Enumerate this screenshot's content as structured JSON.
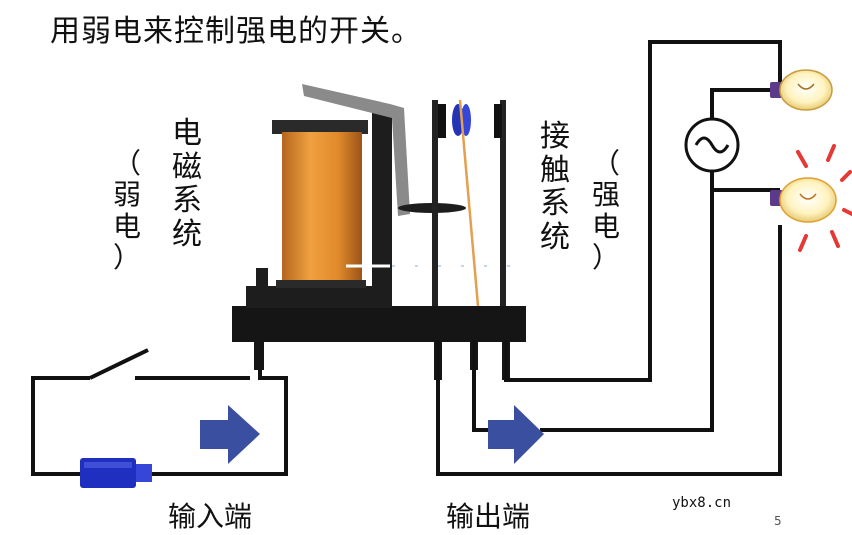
{
  "title": "用弱电来控制强电的开关。",
  "labels": {
    "weak": [
      "（",
      "弱",
      "电",
      "）"
    ],
    "coil_system": [
      "电",
      "磁",
      "系",
      "统"
    ],
    "contact_system": [
      "接",
      "触",
      "系",
      "统"
    ],
    "strong": [
      "（",
      "强",
      "电",
      "）"
    ],
    "input": "输入端",
    "output": "输出端"
  },
  "footer": {
    "watermark": "ybx8.cn",
    "page_number": "5"
  },
  "colors": {
    "coil": "#e08a2a",
    "arrow": "#3b4fa0",
    "battery": "#1f2fbf",
    "wire": "#111111",
    "base": "#151515",
    "armature": "#8a8a8a",
    "lamp_glow": "#e53935"
  },
  "icons": {
    "ac_source": "ac-source-icon",
    "lamp": "lightbulb-icon",
    "switch": "switch-icon",
    "battery": "battery-icon"
  }
}
